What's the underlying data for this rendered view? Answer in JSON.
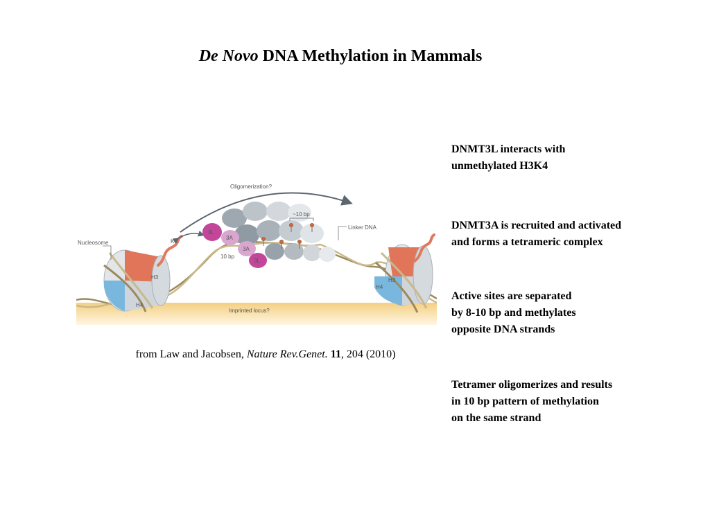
{
  "slide": {
    "title_italic": "De Novo",
    "title_rest": "DNA Methylation in Mammals"
  },
  "figure": {
    "labels": {
      "oligomerization": "Oligomerization?",
      "ten_bp_top": "~10 bp",
      "linker_dna": "Linker DNA",
      "nucleosome": "Nucleosome",
      "k4": "K4",
      "h3_left": "H3",
      "h4_left": "H4",
      "h3_right": "H3",
      "h4_right": "H4",
      "three_l_a": "3L",
      "three_l_b": "3L",
      "three_a_a": "3A",
      "three_a_b": "3A",
      "ten_bp_bottom": "10 bp",
      "imprinted_locus": "Imprinted locus?"
    },
    "colors": {
      "dnmt3l": "#c2479a",
      "dnmt3a": "#d9a6cf",
      "h3": "#e0755a",
      "h4": "#7ab7de",
      "h3k4_tail": "#e07a5f",
      "locus_band": "#f4cf82",
      "dna_strand": "#9c8a5e",
      "tetramer_dark": "#9ea8b0",
      "tetramer_light": "#dfe4e8",
      "methyl_mark": "#e0603a"
    }
  },
  "citation": {
    "prefix": "from  Law and Jacobsen, ",
    "journal": "Nature Rev.Genet.",
    "space": " ",
    "volume": "11",
    "rest": ", 204 (2010)"
  },
  "notes": [
    "DNMT3L interacts with\nunmethylated H3K4",
    "DNMT3A is recruited and activated\nand forms a tetrameric complex",
    "Active sites are separated\nby 8-10 bp and methylates\nopposite DNA strands",
    "Tetramer oligomerizes and results\nin 10 bp pattern of methylation\non the same strand"
  ]
}
